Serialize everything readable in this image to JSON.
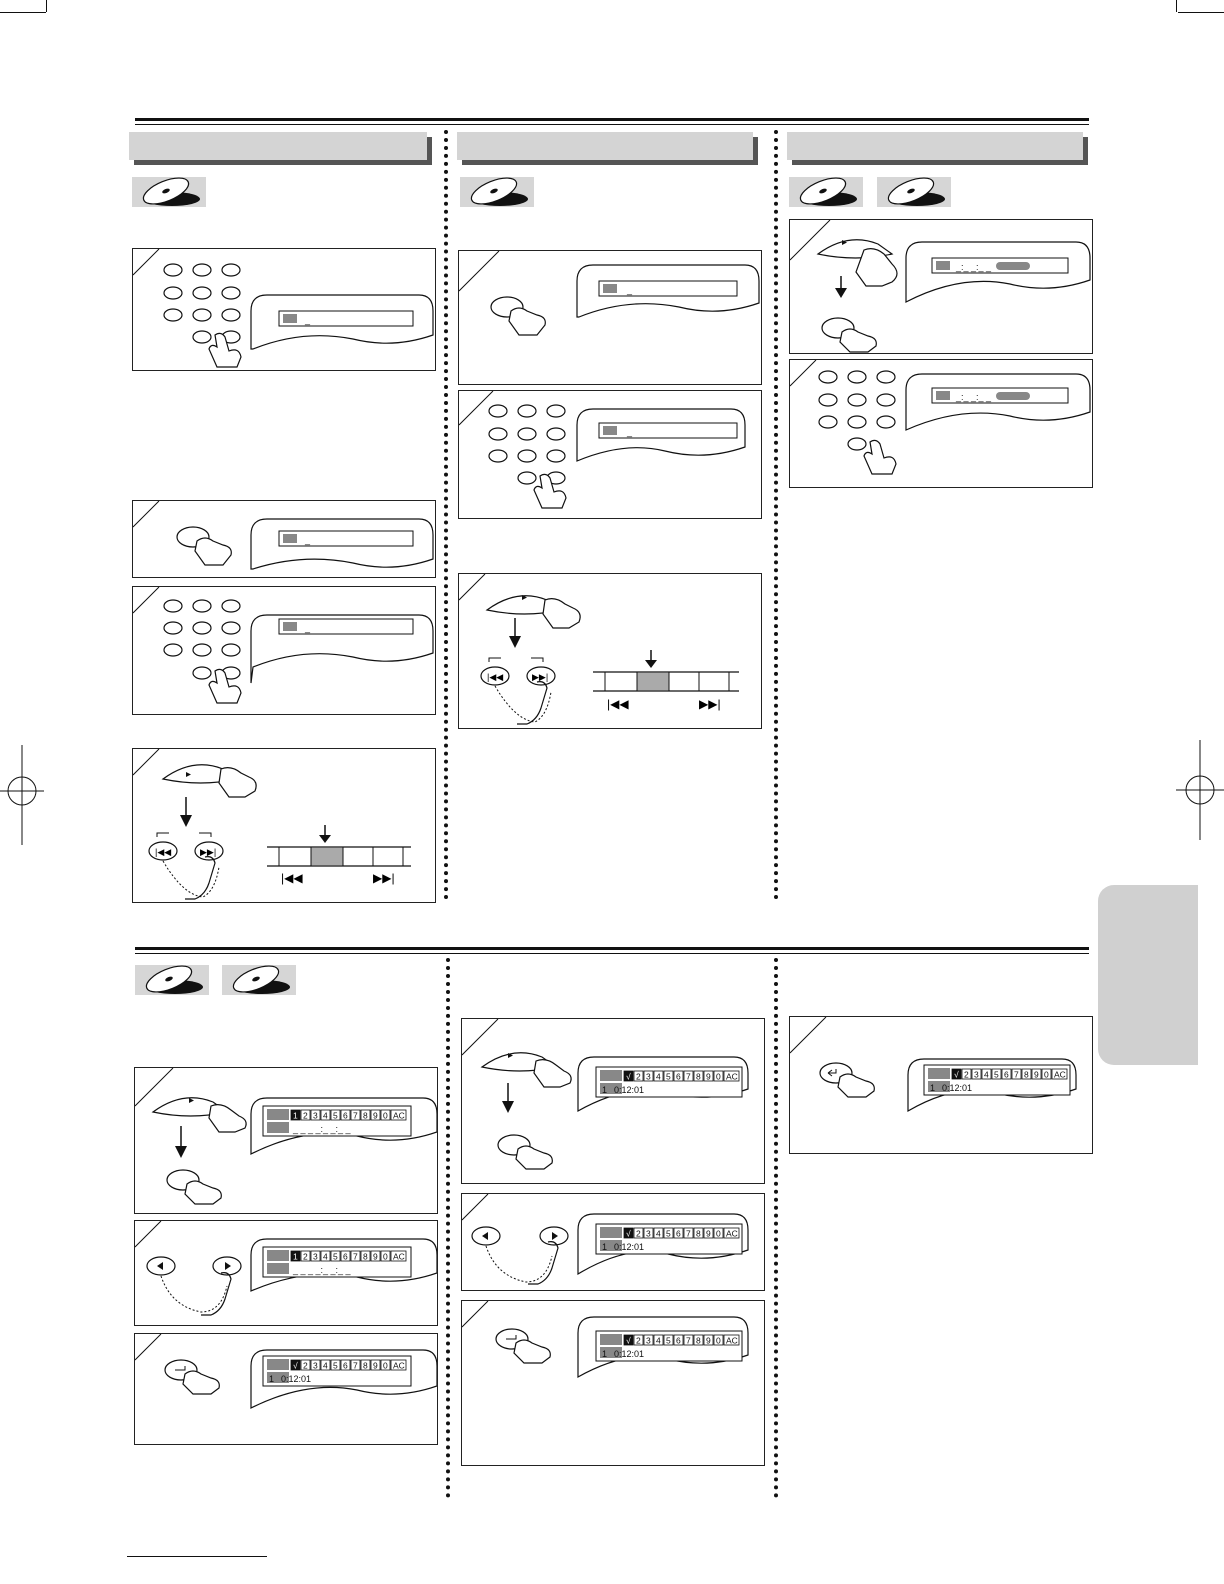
{
  "osd": {
    "ab_cells": [
      "1",
      "2",
      "3",
      "4",
      "5",
      "6",
      "7",
      "8",
      "9",
      "0",
      "AC"
    ],
    "ab_cells_checked": [
      "√",
      "2",
      "3",
      "4",
      "5",
      "6",
      "7",
      "8",
      "9",
      "0",
      "AC"
    ],
    "input_dash": "_",
    "time_entry": "_:_ _:_ _",
    "time_blank": "_ _ _ _:_ _:_ _",
    "track_num": "1",
    "time_value": "0:12:01"
  },
  "colors": {
    "header_gray": "#d4d4d4",
    "ink": "#111111"
  }
}
